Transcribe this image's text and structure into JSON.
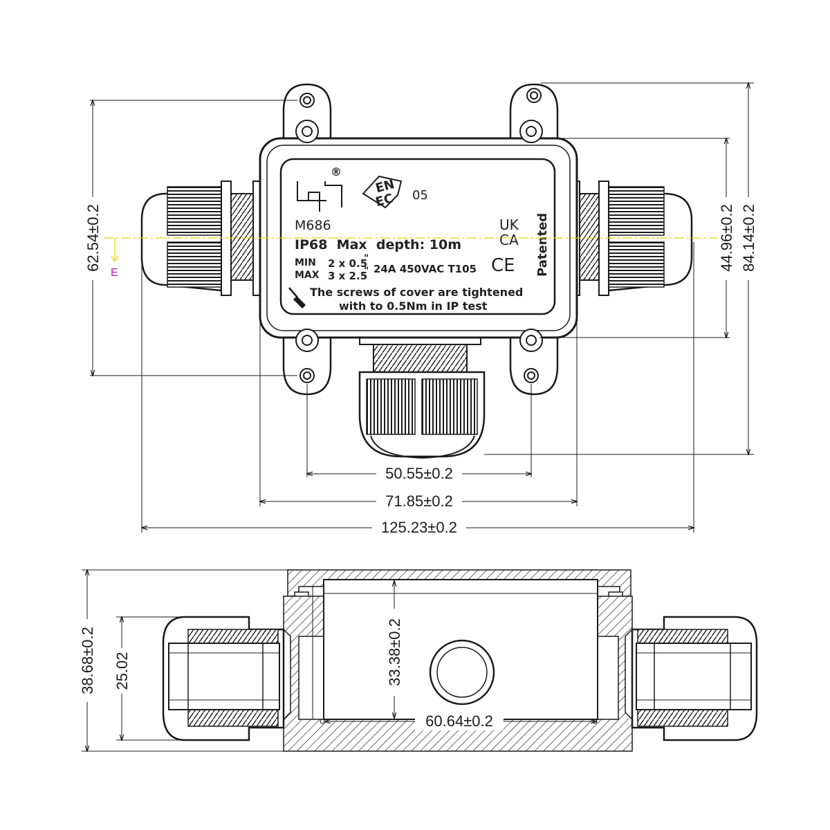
{
  "top_view": {
    "dimensions": {
      "total_length": "125.23±0.2",
      "body_length": "71.85±0.2",
      "mount_hole_spacing_x": "50.55±0.2",
      "mount_height": "62.54±0.2",
      "body_height": "44.96±0.2",
      "total_height": "84.14±0.2"
    },
    "axis_marker": "E",
    "label": {
      "registered_mark": "®",
      "en_cert_top": "EN",
      "en_cert_bottom": "EC",
      "en_cert_number": "05",
      "model": "M686",
      "ip_rating": "IP68  Max  depth: 10m",
      "min_label": "MIN",
      "min_value": "2 x 0.5",
      "max_label": "MAX",
      "max_value": "3 x 2.5",
      "squared_mark": "\"",
      "rating": "24A 450VAC T105",
      "ukca_top": "UK",
      "ukca_bottom": "CA",
      "ce_mark": "CE",
      "patented": "Patented",
      "screw_note_line1": "The screws of cover are tightened",
      "screw_note_line2": "with to 0.5Nm in IP test"
    }
  },
  "side_view": {
    "dimensions": {
      "total_height": "38.68±0.2",
      "gland_height": "25.02",
      "inner_height": "33.38±0.2",
      "inner_width": "60.64±0.2"
    }
  },
  "colors": {
    "line": "#1a1a1a",
    "axis_line": "#e6d400",
    "axis_marker": "#b0189a"
  }
}
